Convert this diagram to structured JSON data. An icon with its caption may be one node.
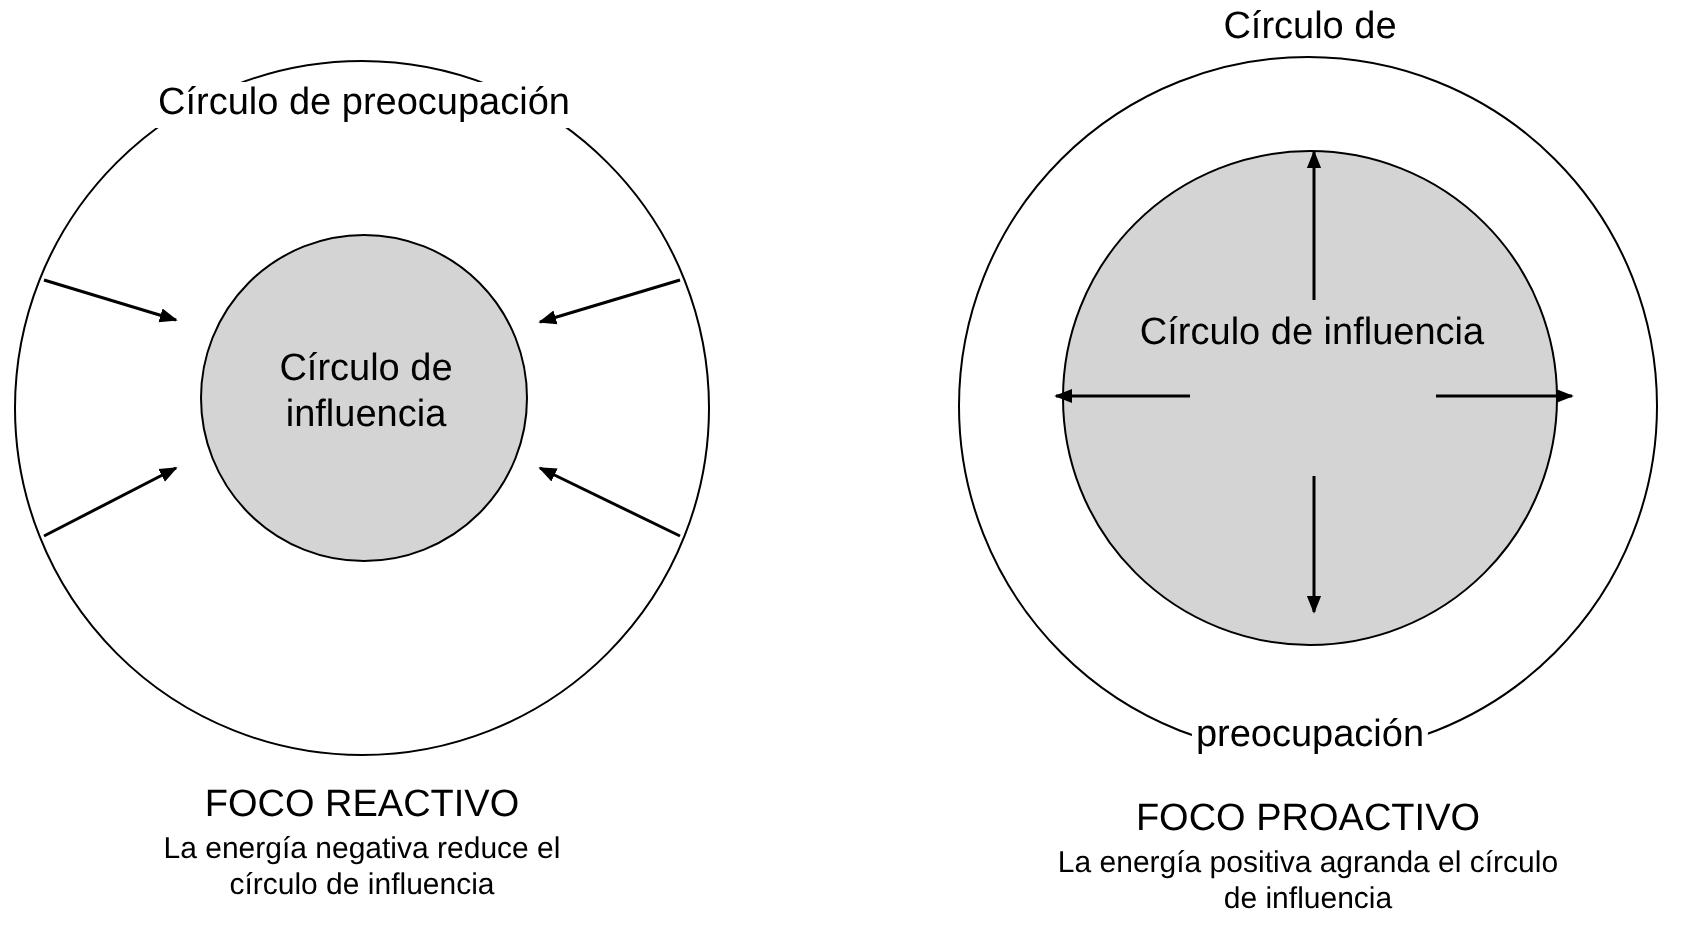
{
  "diagram": {
    "nodes": [
      {
        "text": [
          "Círculo de preocupación"
        ]
      },
      {
        "text": [
          "Círculo de influencia"
        ],
        "in": 0
      },
      {
        "text": [
          "Círculo de",
          "preocupación"
        ]
      },
      {
        "text": [
          "Círculo de influencia"
        ],
        "in": 2
      }
    ],
    "labels": [
      "FOCO REACTIVO",
      "La energía negativa reduce el círculo de influencia",
      "FOCO PROACTIVO",
      "La energía positiva agranda el círculo de influencia"
    ]
  }
}
